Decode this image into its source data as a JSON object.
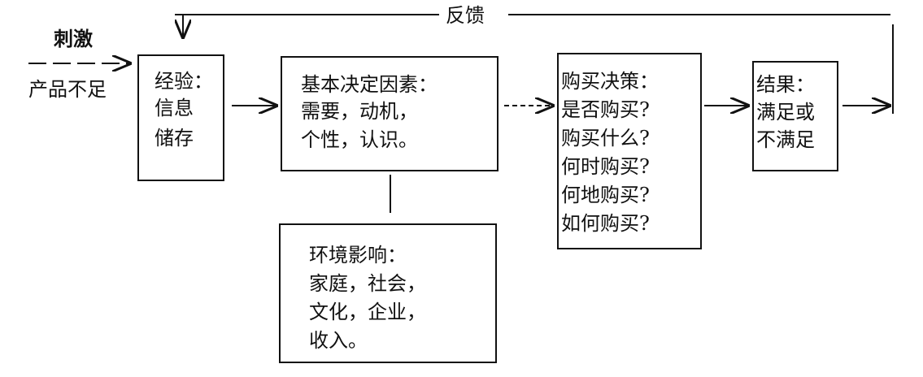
{
  "feedback_label": "反馈",
  "stimulus": {
    "label": "刺激",
    "sub_label": "产品不足"
  },
  "experience_box": {
    "lines": [
      "经验：",
      "信息",
      "储存"
    ]
  },
  "basic_factors_box": {
    "lines": [
      "基本决定因素：",
      "需要，动机，",
      "个性，认识。"
    ]
  },
  "environment_box": {
    "lines": [
      "环境影响：",
      "家庭，社会，",
      "文化，企业，",
      "收入。"
    ]
  },
  "decision_box": {
    "lines": [
      "购买决策：",
      "是否购买?",
      "购买什么?",
      "何时购买?",
      "何地购买?",
      "如何购买?"
    ]
  },
  "result_box": {
    "lines": [
      "结果：",
      "满足或",
      "不满足"
    ]
  }
}
